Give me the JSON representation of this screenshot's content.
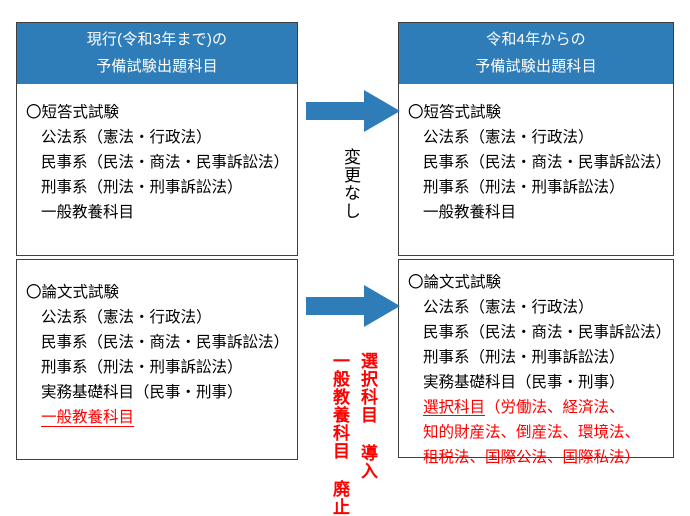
{
  "diagram": {
    "title_note": "予備試験出題科目の変更比較図",
    "accent_color": "#2e7cb8",
    "change_color": "#ff0000",
    "left_column": {
      "header_line1": "現行(令和3年まで)の",
      "header_line2": "予備試験出題科目",
      "upper_box": {
        "heading": "〇短答式試験",
        "items": [
          "公法系（憲法・行政法）",
          "民事系（民法・商法・民事訴訟法）",
          "刑事系（刑法・刑事訴訟法）",
          "一般教養科目"
        ]
      },
      "lower_box": {
        "heading": "〇論文式試験",
        "items": [
          "公法系（憲法・行政法）",
          "民事系（民法・商法・民事訴訟法）",
          "刑事系（刑法・刑事訴訟法）",
          "実務基礎科目（民事・刑事）"
        ],
        "highlighted_item": "一般教養科目"
      }
    },
    "right_column": {
      "header_line1": "令和4年からの",
      "header_line2": "予備試験出題科目",
      "upper_box": {
        "heading": "〇短答式試験",
        "items": [
          "公法系（憲法・行政法）",
          "民事系（民法・商法・民事訴訟法）",
          "刑事系（刑法・刑事訴訟法）",
          "一般教養科目"
        ]
      },
      "lower_box": {
        "heading": "〇論文式試験",
        "items": [
          "公法系（憲法・行政法）",
          "民事系（民法・商法・民事訴訟法）",
          "刑事系（刑法・刑事訴訟法）",
          "実務基礎科目（民事・刑事）"
        ],
        "highlighted_lines": [
          {
            "underlined": "選択科目",
            "rest": "（労働法、経済法、"
          },
          {
            "underlined": "",
            "rest": "知的財産法、倒産法、環境法、"
          },
          {
            "underlined": "",
            "rest": "租税法、国際公法、国際私法）"
          }
        ]
      }
    },
    "connectors": {
      "upper_arrow_label": "変更なし",
      "lower_arrow_label_right": "選択科目 導入",
      "lower_arrow_label_left": "一般教養科目 廃止"
    }
  }
}
